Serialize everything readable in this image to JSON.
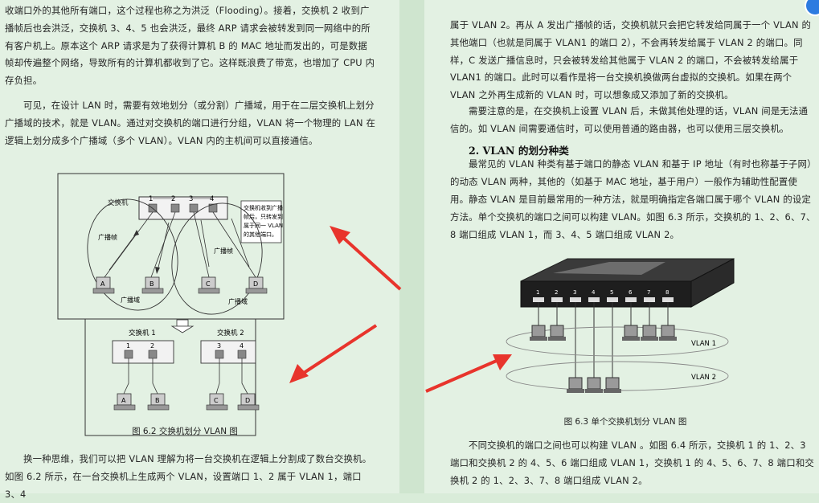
{
  "left": {
    "para1": "收端口外的其他所有端口，这个过程也称之为洪泛（Flooding）。接着，交换机 2 收到广播帧后也会洪泛，交换机 3、4、5 也会洪泛，最终 ARP 请求会被转发到同一网络中的所有客户机上。原本这个 ARP 请求是为了获得计算机 B 的 MAC 地址而发出的，可是数据帧却传遍整个网络，导致所有的计算机都收到了它。这样既浪费了带宽，也增加了 CPU 内存负担。",
    "para2": "可见，在设计 LAN 时，需要有效地划分（或分割）广播域，用于在二层交换机上划分广播域的技术，就是 VLAN。通过对交换机的端口进行分组，VLAN 将一个物理的 LAN 在逻辑上划分成多个广播域（多个 VLAN）。VLAN 内的主机间可以直接通信。",
    "para3": "换一种思维，我们可以把 VLAN 理解为将一台交换机在逻辑上分割成了数台交换机。如图 6.2 所示，在一台交换机上生成两个 VLAN，设置端口 1、2 属于 VLAN 1，端口 3、4",
    "figure": {
      "caption": "图 6.2   交换机划分 VLAN 图",
      "switch_label": "交换机",
      "port_labels": [
        "1",
        "2",
        "3",
        "4"
      ],
      "broadcast_frame_1": "广播帧",
      "broadcast_frame_2": "广播帧",
      "broadcast_domain_1": "广播域",
      "broadcast_domain_2": "广播域",
      "note_lines": [
        "交换机收到广播",
        "帧后，只转发到",
        "属于同一 VLAN",
        "的其他端口。"
      ],
      "hosts": [
        "A",
        "B",
        "C",
        "D"
      ],
      "switch1_label": "交换机 1",
      "switch2_label": "交换机 2",
      "switch1_ports": [
        "1",
        "2"
      ],
      "switch2_ports": [
        "3",
        "4"
      ],
      "hosts_bottom": [
        "A",
        "B",
        "C",
        "D"
      ]
    }
  },
  "right": {
    "para1": "属于 VLAN 2。再从 A 发出广播帧的话，交换机就只会把它转发给同属于一个 VLAN 的其他端口（也就是同属于 VLAN1 的端口 2），不会再转发给属于 VLAN 2 的端口。同样，C 发送广播信息时，只会被转发给其他属于 VLAN 2 的端口，不会被转发给属于 VLAN1 的端口。此时可以看作是将一台交换机换做两台虚拟的交换机。如果在两个 VLAN 之外再生成新的 VLAN 时，可以想象成又添加了新的交换机。",
    "para2": "需要注意的是，在交换机上设置 VLAN 后，未做其他处理的话，VLAN 间是无法通信的。如 VLAN 间需要通信时，可以使用普通的路由器，也可以使用三层交换机。",
    "heading": "2. VLAN 的划分种类",
    "para3": "最常见的 VLAN 种类有基于端口的静态 VLAN 和基于 IP 地址（有时也称基于子网）的动态 VLAN 两种，其他的（如基于 MAC 地址，基于用户）一般作为辅助性配置使用。",
    "para4": "静态 VLAN 是目前最常用的一种方法，就是明确指定各端口属于哪个 VLAN 的设定方法。单个交换机的端口之间可以构建 VLAN。如图 6.3 所示，交换机的 1、2、6、7、8 端口组成 VLAN 1，而 3、4、5 端口组成 VLAN 2。",
    "figure": {
      "caption": "图 6.3   单个交换机划分 VLAN 图",
      "port_labels": [
        "1",
        "2",
        "3",
        "4",
        "5",
        "6",
        "7",
        "8"
      ],
      "vlan1_label": "VLAN 1",
      "vlan2_label": "VLAN 2"
    },
    "para5": "不同交换机的端口之间也可以构建 VLAN 。如图 6.4 所示，交换机 1 的 1、2、3 端口和交换机 2 的 4、5、6 端口组成 VLAN 1，交换机 1 的 4、5、6、7、8 端口和交换机 2 的 1、2、3、7、8 端口组成 VLAN 2。"
  },
  "colors": {
    "page_bg": "#e3f1e3",
    "arrow": "#e8342c",
    "corner_badge": "#2d7be0"
  },
  "icons": [
    "red-arrow-icon",
    "computer-icon",
    "switch-icon",
    "down-arrow-icon"
  ]
}
